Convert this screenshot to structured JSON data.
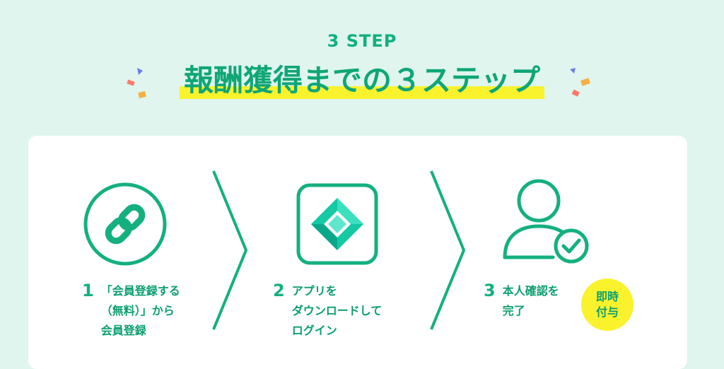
{
  "header": {
    "eyebrow": "3 STEP",
    "title": "報酬獲得までの３ステップ"
  },
  "steps": [
    {
      "number": "1",
      "text": "「会員登録する\n（無料）」から\n会員登録",
      "icon": "link-icon"
    },
    {
      "number": "2",
      "text": "アプリを\nダウンロードして\nログイン",
      "icon": "app-icon"
    },
    {
      "number": "3",
      "text": "本人確認を\n完了",
      "icon": "user-check-icon"
    }
  ],
  "badge": {
    "text": "即時\n付与"
  },
  "colors": {
    "background": "#dff5ee",
    "accent": "#0fb07f",
    "highlight": "#f9f22c",
    "card": "#ffffff"
  }
}
